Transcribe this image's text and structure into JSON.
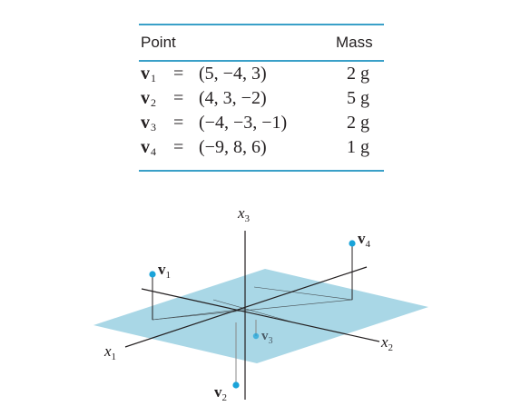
{
  "table": {
    "header_point": "Point",
    "header_mass": "Mass",
    "rows": [
      {
        "label": "v",
        "sub": "1",
        "eq": "=",
        "coords": "(5, −4, 3)",
        "mass": "2 g"
      },
      {
        "label": "v",
        "sub": "2",
        "eq": "=",
        "coords": "(4, 3, −2)",
        "mass": "5 g"
      },
      {
        "label": "v",
        "sub": "3",
        "eq": "=",
        "coords": "(−4, −3, −1)",
        "mass": "2 g"
      },
      {
        "label": "v",
        "sub": "4",
        "eq": "=",
        "coords": "(−9, 8, 6)",
        "mass": "1 g"
      }
    ]
  },
  "diagram": {
    "axis_x1": "x",
    "axis_x1_sub": "1",
    "axis_x2": "x",
    "axis_x2_sub": "2",
    "axis_x3": "x",
    "axis_x3_sub": "3",
    "point_labels": [
      {
        "label": "v",
        "sub": "1"
      },
      {
        "label": "v",
        "sub": "2"
      },
      {
        "label": "v",
        "sub": "3"
      },
      {
        "label": "v",
        "sub": "4"
      }
    ],
    "colors": {
      "plane": "#a9d7e6",
      "point": "#1aa3d9",
      "rule": "#3aa0c8",
      "line": "#231f20"
    }
  }
}
